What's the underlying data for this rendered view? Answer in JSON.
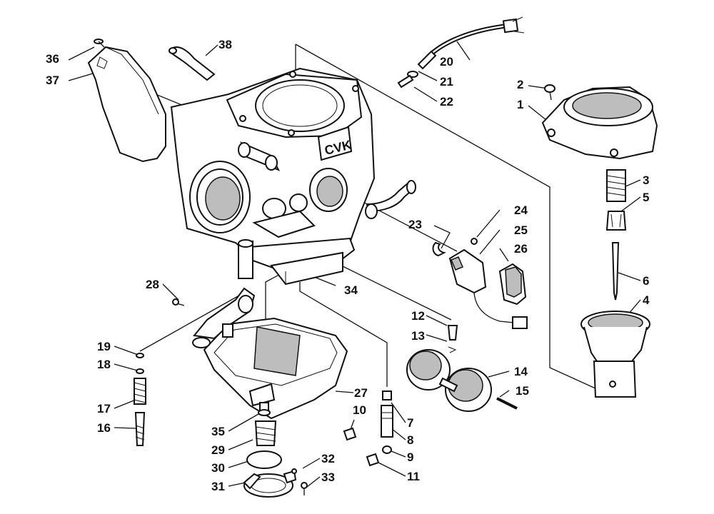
{
  "diagram": {
    "body_marking": "CVK",
    "callouts": [
      {
        "id": "num-1",
        "text": "1"
      },
      {
        "id": "num-2",
        "text": "2"
      },
      {
        "id": "num-3",
        "text": "3"
      },
      {
        "id": "num-4",
        "text": "4"
      },
      {
        "id": "num-5",
        "text": "5"
      },
      {
        "id": "num-6",
        "text": "6"
      },
      {
        "id": "num-7",
        "text": "7"
      },
      {
        "id": "num-8",
        "text": "8"
      },
      {
        "id": "num-9",
        "text": "9"
      },
      {
        "id": "num-10",
        "text": "10"
      },
      {
        "id": "num-11",
        "text": "11"
      },
      {
        "id": "num-12",
        "text": "12"
      },
      {
        "id": "num-13",
        "text": "13"
      },
      {
        "id": "num-14",
        "text": "14"
      },
      {
        "id": "num-15",
        "text": "15"
      },
      {
        "id": "num-16",
        "text": "16"
      },
      {
        "id": "num-17",
        "text": "17"
      },
      {
        "id": "num-18",
        "text": "18"
      },
      {
        "id": "num-19",
        "text": "19"
      },
      {
        "id": "num-20",
        "text": "20"
      },
      {
        "id": "num-21",
        "text": "21"
      },
      {
        "id": "num-22",
        "text": "22"
      },
      {
        "id": "num-23",
        "text": "23"
      },
      {
        "id": "num-24",
        "text": "24"
      },
      {
        "id": "num-25",
        "text": "25"
      },
      {
        "id": "num-26",
        "text": "26"
      },
      {
        "id": "num-27",
        "text": "27"
      },
      {
        "id": "num-28",
        "text": "28"
      },
      {
        "id": "num-29",
        "text": "29"
      },
      {
        "id": "num-30",
        "text": "30"
      },
      {
        "id": "num-31",
        "text": "31"
      },
      {
        "id": "num-32",
        "text": "32"
      },
      {
        "id": "num-33",
        "text": "33"
      },
      {
        "id": "num-34",
        "text": "34"
      },
      {
        "id": "num-35",
        "text": "35"
      },
      {
        "id": "num-36",
        "text": "36"
      },
      {
        "id": "num-37",
        "text": "37"
      },
      {
        "id": "num-38",
        "text": "38"
      }
    ]
  }
}
